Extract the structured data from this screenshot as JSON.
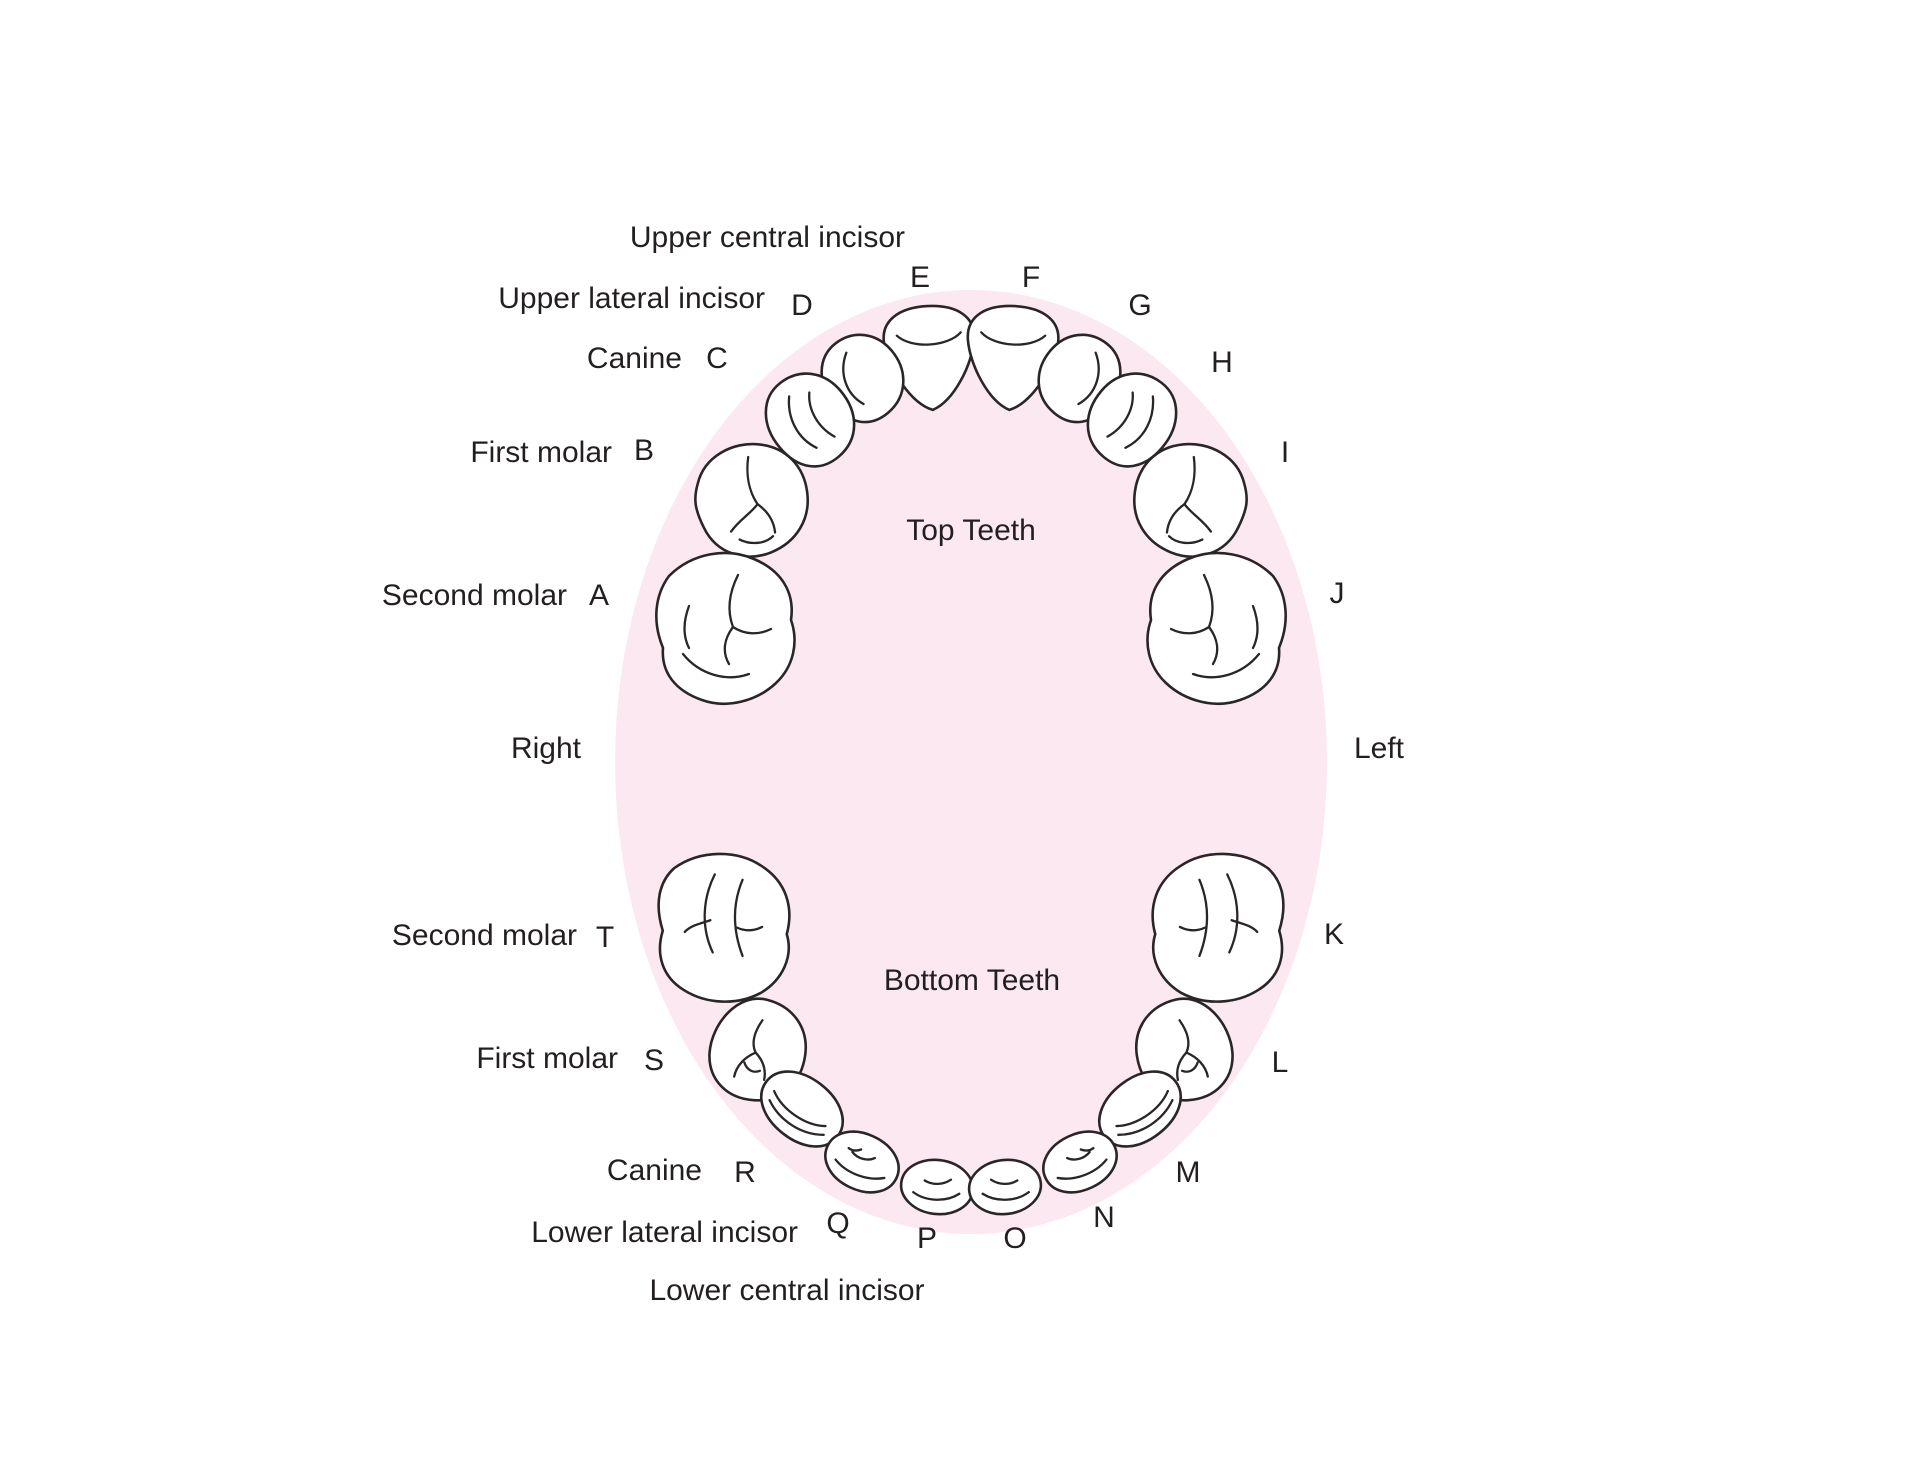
{
  "diagram": {
    "type": "primary-teeth-dental-chart",
    "colors": {
      "mouth_fill": "#fbe8f1",
      "tooth_fill": "#ffffff",
      "outline": "#2a2628",
      "text": "#231f20",
      "background": "#ffffff"
    },
    "labels": {
      "upper_central": "Upper central incisor",
      "upper_lateral": "Upper lateral incisor",
      "upper_canine": "Canine",
      "upper_first_molar": "First molar",
      "upper_second_molar": "Second molar",
      "lower_second_molar": "Second molar",
      "lower_first_molar": "First molar",
      "lower_canine": "Canine",
      "lower_lateral": "Lower lateral incisor",
      "lower_central": "Lower central incisor",
      "top_teeth": "Top Teeth",
      "bottom_teeth": "Bottom Teeth",
      "right": "Right",
      "left": "Left"
    },
    "letters": {
      "A": "A",
      "B": "B",
      "C": "C",
      "D": "D",
      "E": "E",
      "F": "F",
      "G": "G",
      "H": "H",
      "I": "I",
      "J": "J",
      "K": "K",
      "L": "L",
      "M": "M",
      "N": "N",
      "O": "O",
      "P": "P",
      "Q": "Q",
      "R": "R",
      "S": "S",
      "T": "T"
    },
    "teeth": [
      {
        "letter": "A",
        "name": "Second molar",
        "arch": "top",
        "side": "right"
      },
      {
        "letter": "B",
        "name": "First molar",
        "arch": "top",
        "side": "right"
      },
      {
        "letter": "C",
        "name": "Canine",
        "arch": "top",
        "side": "right"
      },
      {
        "letter": "D",
        "name": "Upper lateral incisor",
        "arch": "top",
        "side": "right"
      },
      {
        "letter": "E",
        "name": "Upper central incisor",
        "arch": "top",
        "side": "right"
      },
      {
        "letter": "F",
        "name": "Upper central incisor",
        "arch": "top",
        "side": "left"
      },
      {
        "letter": "G",
        "name": "Upper lateral incisor",
        "arch": "top",
        "side": "left"
      },
      {
        "letter": "H",
        "name": "Canine",
        "arch": "top",
        "side": "left"
      },
      {
        "letter": "I",
        "name": "First molar",
        "arch": "top",
        "side": "left"
      },
      {
        "letter": "J",
        "name": "Second molar",
        "arch": "top",
        "side": "left"
      },
      {
        "letter": "K",
        "name": "Second molar",
        "arch": "bottom",
        "side": "left"
      },
      {
        "letter": "L",
        "name": "First molar",
        "arch": "bottom",
        "side": "left"
      },
      {
        "letter": "M",
        "name": "Canine",
        "arch": "bottom",
        "side": "left"
      },
      {
        "letter": "N",
        "name": "Lower lateral incisor",
        "arch": "bottom",
        "side": "left"
      },
      {
        "letter": "O",
        "name": "Lower central incisor",
        "arch": "bottom",
        "side": "left"
      },
      {
        "letter": "P",
        "name": "Lower central incisor",
        "arch": "bottom",
        "side": "right"
      },
      {
        "letter": "Q",
        "name": "Lower lateral incisor",
        "arch": "bottom",
        "side": "right"
      },
      {
        "letter": "R",
        "name": "Canine",
        "arch": "bottom",
        "side": "right"
      },
      {
        "letter": "S",
        "name": "First molar",
        "arch": "bottom",
        "side": "right"
      },
      {
        "letter": "T",
        "name": "Second molar",
        "arch": "bottom",
        "side": "right"
      }
    ]
  }
}
